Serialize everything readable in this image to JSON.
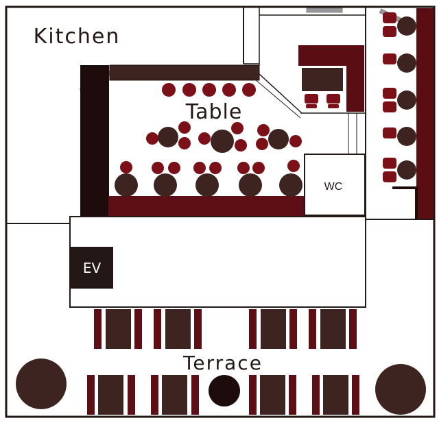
{
  "labels": {
    "kitchen": "Kitchen",
    "table": "Table",
    "wc": "WC",
    "ev": "EV",
    "terrace": "Terrace"
  },
  "colors": {
    "wall": "#231815",
    "dark_brown": "#3e2421",
    "deep_red": "#5a0e14",
    "seat_red": "#7b1018",
    "bench_red": "#5e0f16",
    "black_brown": "#1e0b0b",
    "grey": "#9a9a9a"
  }
}
